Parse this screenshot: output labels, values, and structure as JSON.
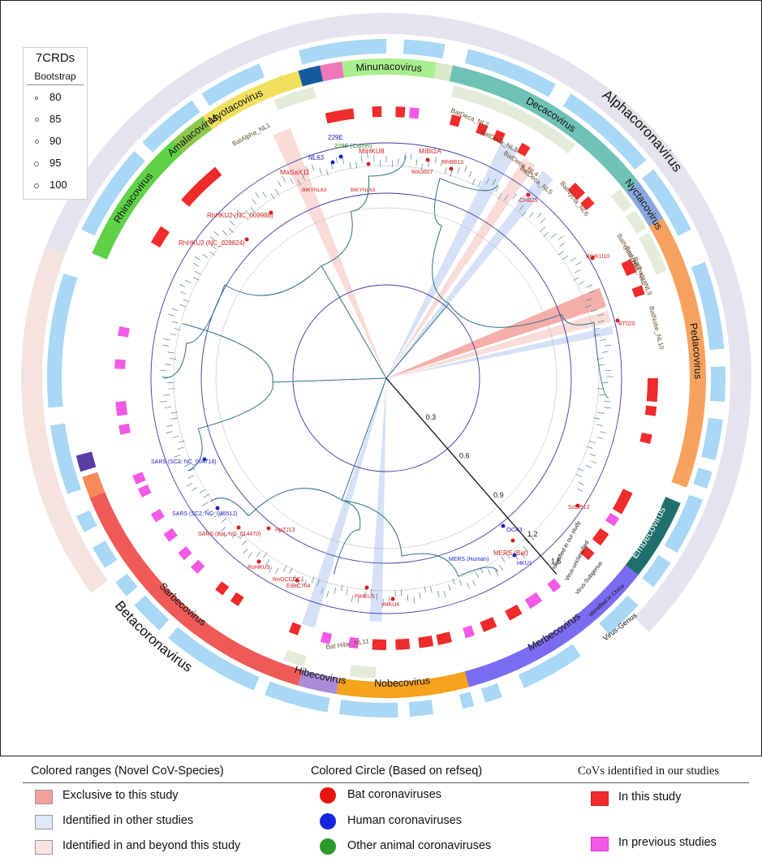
{
  "legend_bootstrap": {
    "title": "7CRDs",
    "subtitle": "Bootstrap",
    "values": [
      "80",
      "85",
      "90",
      "95",
      "100"
    ]
  },
  "genera": [
    {
      "name": "Alphacoronavirus",
      "color": "#e6e3ee"
    },
    {
      "name": "Betacoronavirus",
      "color": "#f5e3df"
    }
  ],
  "subgenera": [
    {
      "name": "Minunacovirus",
      "color": "#a9ef8e"
    },
    {
      "name": "Decacovirus",
      "color": "#6fc2b5"
    },
    {
      "name": "Nyctacovirus",
      "color": "#8aa7dd"
    },
    {
      "name": "Pedacovirus",
      "color": "#f6a25e"
    },
    {
      "name": "Embecovirus",
      "color": "#1f6f6c"
    },
    {
      "name": "Merbecovirus",
      "color": "#7a6cf0"
    },
    {
      "name": "Nobecovirus",
      "color": "#f5a21c"
    },
    {
      "name": "Hibecovirus",
      "color": "#a98bd7"
    },
    {
      "name": "Sarbecovirus",
      "color": "#ef5a56"
    },
    {
      "name": "Rhinacovirus",
      "color": "#5ed147"
    },
    {
      "name": "Amalacovirus",
      "color": "#8bc74a"
    },
    {
      "name": "Myotacovirus",
      "color": "#f1e05e"
    }
  ],
  "ring_labels": [
    "Identified in our study",
    "Virus-unclassified",
    "Virus-Subgenus",
    "Identified in China",
    "Virus-Genus"
  ],
  "scale_labels": [
    "0.3",
    "0.6",
    "0.9",
    "1.2",
    "1.5"
  ],
  "tip_labels": {
    "bat": [
      "MiHKU8",
      "MIBt1A",
      "WA3607",
      "RhBB13",
      "CHB25",
      "BtHKU10",
      "BT020",
      "ScBt512",
      "MERS (Bat)",
      "yHKU4",
      "PiHKU5",
      "EiBtC704",
      "RoGCCDC1",
      "RoHKU9",
      "HpZJ13",
      "SARS (Bat, NC_014470)",
      "MaSaX11",
      "BtKYNL63",
      "BtKYNL63",
      "RhHKU2 (NC_009988)",
      "RhHKU2 (NC_028824)"
    ],
    "human": [
      "NL63",
      "229E",
      "OC43",
      "HKU1",
      "MERS (Human)",
      "SARS (SC1, NC_004718)",
      "SARS (SC2, NC_045512)"
    ],
    "other": [
      "229E (Camel)"
    ],
    "novel": [
      "BatAlpha_NL1",
      "BatDeca_NL2",
      "BatDeca_NL3",
      "BatDeca_NL4",
      "BatDeca_NL5",
      "BatNycta_NL6",
      "BatNycta_NL7",
      "BatNycta_NL8",
      "BatPeda_NL9",
      "BatNobe_NL10",
      "Bat Hibe_NL11"
    ]
  },
  "bottom_legend": {
    "ranges_title": "Colored ranges (Novel CoV-Species)",
    "ranges": [
      {
        "label": "Exclusive to this study",
        "color": "#f4a09b"
      },
      {
        "label": "Identified in other studies",
        "color": "#dfe8f8"
      },
      {
        "label": "Identified in and beyond this study",
        "color": "#fbe3df"
      }
    ],
    "circles_title": "Colored Circle (Based on refseq)",
    "circles": [
      {
        "label": "Bat coronaviruses",
        "color": "#e8140f"
      },
      {
        "label": "Human coronaviruses",
        "color": "#1822e0"
      },
      {
        "label": "Other animal coronaviruses",
        "color": "#2a9a2a"
      }
    ],
    "studies_title": "CoVs identified in our studies",
    "studies": [
      {
        "label": "In this study",
        "color": "#ef2b2b"
      },
      {
        "label": "In previous studies",
        "color": "#f25ae6"
      }
    ]
  },
  "colors": {
    "exclusive_wedge": "#f4a09b",
    "other_wedge": "#cfdcf6",
    "both_wedge": "#f8d6d0",
    "light_blue_band": "#a8d8f5",
    "branch": "#2f6f8a",
    "scale_circle": "#3d3aa6"
  }
}
